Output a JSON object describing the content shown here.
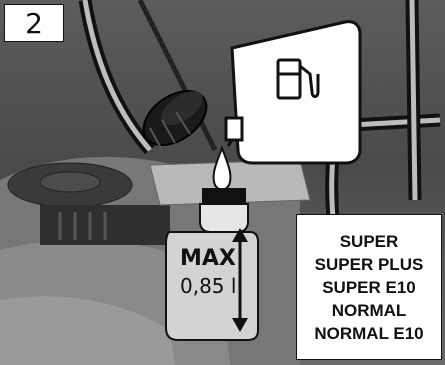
{
  "step": {
    "number": "2"
  },
  "bottle": {
    "max_label": "MAX",
    "volume_label": "0,85 l"
  },
  "fuel_types": [
    "SUPER",
    "SUPER PLUS",
    "SUPER E10",
    "NORMAL",
    "NORMAL E10"
  ],
  "icons": {
    "canister": "fuel-canister-icon",
    "pump": "fuel-pump-icon",
    "drop": "fuel-drop-icon",
    "cap": "fuel-cap-icon"
  },
  "colors": {
    "outline": "#111111",
    "background": "#5a5a5a",
    "panel": "#ffffff"
  }
}
